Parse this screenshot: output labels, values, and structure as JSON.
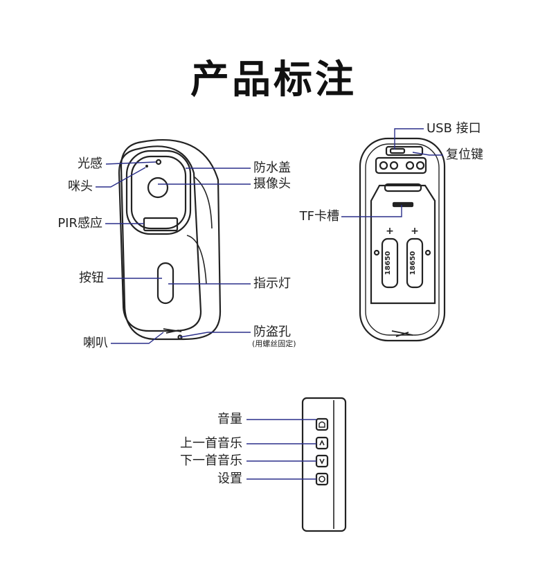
{
  "title": "产品标注",
  "front": {
    "light_sensor": "光感",
    "mic": "咪头",
    "pir": "PIR感应",
    "button": "按钮",
    "speaker": "喇叭",
    "waterproof_cover": "防水盖",
    "camera": "摄像头",
    "indicator": "指示灯",
    "anti_theft": "防盗孔",
    "anti_theft_note": "(用螺丝固定)"
  },
  "back": {
    "usb": "USB 接口",
    "reset": "复位键",
    "tf_slot": "TF卡槽",
    "battery1": "18650",
    "battery2": "18650",
    "plus1": "+",
    "plus2": "+"
  },
  "side": {
    "volume": "音量",
    "prev": "上一首音乐",
    "next": "下一首音乐",
    "settings": "设置"
  },
  "colors": {
    "line": "#2a2f8a",
    "stroke": "#222222"
  }
}
